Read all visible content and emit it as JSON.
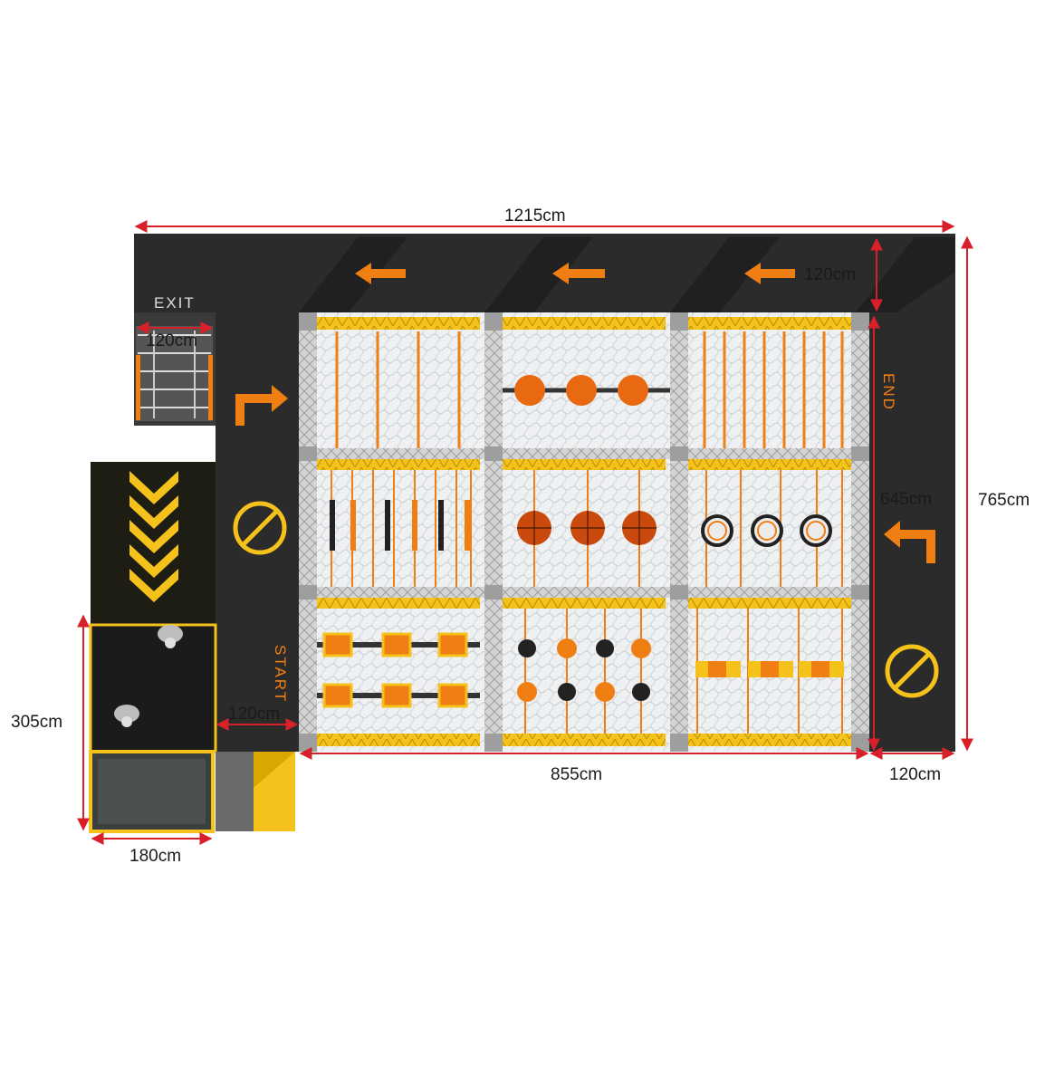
{
  "dimensions": {
    "total_width": "1215cm",
    "total_height": "765cm",
    "course_width": "855cm",
    "inner_height": "645cm",
    "lane_top": "120cm",
    "lane_right": "120cm",
    "lane_left": "120cm",
    "exit_width": "120cm",
    "entry_height": "305cm",
    "entry_width": "180cm"
  },
  "labels": {
    "exit": "EXIT",
    "start": "START",
    "end": "END"
  },
  "colors": {
    "floor": "#2b2b2b",
    "accent_orange": "#f07f13",
    "accent_yellow": "#f5c21b",
    "dimension_red": "#d8202a",
    "frame_grey": "#c8c8c8"
  },
  "icons": {
    "arrows": [
      "arrow-left-icon",
      "arrow-left-icon",
      "arrow-left-icon",
      "turn-right-arrow-icon",
      "turn-up-arrow-icon"
    ],
    "signs": [
      "no-entry-icon",
      "no-entry-icon"
    ]
  }
}
